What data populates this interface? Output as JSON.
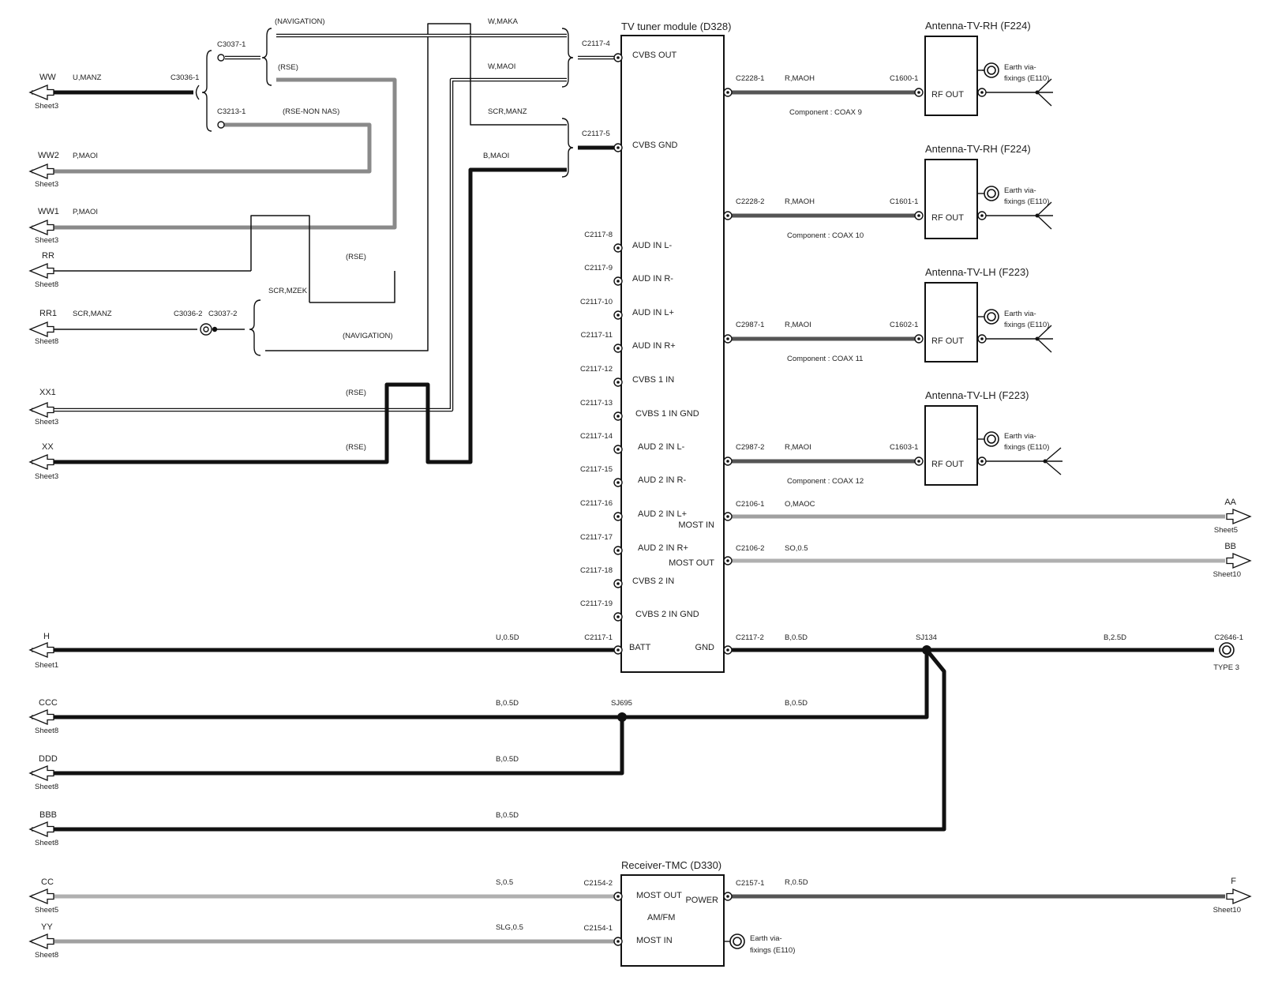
{
  "colors": {
    "black": "#111111",
    "dark_gray": "#555555",
    "gray": "#8a8a8a",
    "light_gray": "#b0b0b0"
  },
  "tv_tuner": {
    "title": "TV tuner module (D328)",
    "pins": {
      "cvbs_out": "CVBS OUT",
      "cvbs_gnd": "CVBS GND",
      "aud_in_lm": "AUD IN L-",
      "aud_in_rm": "AUD IN R-",
      "aud_in_lp": "AUD IN L+",
      "aud_in_rp": "AUD IN R+",
      "cvbs1_in": "CVBS 1 IN",
      "cvbs1_in_gnd": "CVBS 1 IN GND",
      "aud2_in_lm": "AUD 2 IN L-",
      "aud2_in_rm": "AUD 2 IN R-",
      "aud2_in_lp": "AUD 2 IN L+",
      "aud2_in_rp": "AUD 2 IN R+",
      "most_in": "MOST IN",
      "most_out": "MOST OUT",
      "cvbs2_in": "CVBS 2 IN",
      "cvbs2_in_gnd": "CVBS 2 IN GND",
      "batt": "BATT",
      "gnd": "GND"
    },
    "connectors": {
      "c4": "C2117-4",
      "c5": "C2117-5",
      "c8": "C2117-8",
      "c9": "C2117-9",
      "c10": "C2117-10",
      "c11": "C2117-11",
      "c12": "C2117-12",
      "c13": "C2117-13",
      "c14": "C2117-14",
      "c15": "C2117-15",
      "c16": "C2117-16",
      "c17": "C2117-17",
      "c18": "C2117-18",
      "c19": "C2117-19",
      "c1": "C2117-1",
      "c2": "C2117-2"
    }
  },
  "antennas": [
    {
      "title": "Antenna-TV-RH (F224)",
      "rf": "RF OUT",
      "earth1": "Earth via-",
      "earth2": "fixings (E110)",
      "conn_left": "C2228-1",
      "wire": "R,MAOH",
      "conn_right": "C1600-1",
      "component": "Component : COAX 9"
    },
    {
      "title": "Antenna-TV-RH (F224)",
      "rf": "RF OUT",
      "earth1": "Earth via-",
      "earth2": "fixings (E110)",
      "conn_left": "C2228-2",
      "wire": "R,MAOH",
      "conn_right": "C1601-1",
      "component": "Component : COAX 10"
    },
    {
      "title": "Antenna-TV-LH (F223)",
      "rf": "RF OUT",
      "earth1": "Earth via-",
      "earth2": "fixings (E110)",
      "conn_left": "C2987-1",
      "wire": "R,MAOI",
      "conn_right": "C1602-1",
      "component": "Component : COAX 11"
    },
    {
      "title": "Antenna-TV-LH (F223)",
      "rf": "RF OUT",
      "earth1": "Earth via-",
      "earth2": "fixings (E110)",
      "conn_left": "C2987-2",
      "wire": "R,MAOI",
      "conn_right": "C1603-1",
      "component": "Component : COAX 12"
    }
  ],
  "receiver": {
    "title": "Receiver-TMC (D330)",
    "most_out": "MOST OUT",
    "amfm": "AM/FM",
    "most_in": "MOST IN",
    "power": "POWER",
    "earth1": "Earth via-",
    "earth2": "fixings (E110)",
    "conn_out": "C2154-2",
    "conn_in": "C2154-1",
    "conn_power": "C2157-1"
  },
  "left_refs": {
    "ww": {
      "label": "WW",
      "sheet": "Sheet3"
    },
    "ww2": {
      "label": "WW2",
      "sheet": "Sheet3"
    },
    "ww1": {
      "label": "WW1",
      "sheet": "Sheet3"
    },
    "rr": {
      "label": "RR",
      "sheet": "Sheet8"
    },
    "rr1": {
      "label": "RR1",
      "sheet": "Sheet8"
    },
    "xx1": {
      "label": "XX1",
      "sheet": "Sheet3"
    },
    "xx": {
      "label": "XX",
      "sheet": "Sheet3"
    },
    "h": {
      "label": "H",
      "sheet": "Sheet1"
    },
    "ccc": {
      "label": "CCC",
      "sheet": "Sheet8"
    },
    "ddd": {
      "label": "DDD",
      "sheet": "Sheet8"
    },
    "bbb": {
      "label": "BBB",
      "sheet": "Sheet8"
    },
    "cc": {
      "label": "CC",
      "sheet": "Sheet5"
    },
    "yy": {
      "label": "YY",
      "sheet": "Sheet8"
    }
  },
  "right_refs": {
    "aa": {
      "label": "AA",
      "sheet": "Sheet5"
    },
    "bb": {
      "label": "BB",
      "sheet": "Sheet10"
    },
    "f": {
      "label": "F",
      "sheet": "Sheet10"
    },
    "c2646": {
      "label": "C2646-1",
      "sheet": "TYPE 3"
    }
  },
  "wires": {
    "u_manz": "U,MANZ",
    "p_maoi_1": "P,MAOI",
    "p_maoi_2": "P,MAOI",
    "scr_manz_1": "SCR,MANZ",
    "w_maka": "W,MAKA",
    "w_maoi": "W,MAOI",
    "scr_manz_2": "SCR,MANZ",
    "b_maoi": "B,MAOI",
    "scr_mzek": "SCR,MZEK",
    "o_maoc": "O,MAOC",
    "so_05": "SO,0.5",
    "u_05d": "U,0.5D",
    "b_05d_gnd": "B,0.5D",
    "b_25d": "B,2.5D",
    "b_05d_ccc_l": "B,0.5D",
    "b_05d_ccc_r": "B,0.5D",
    "b_05d_ddd": "B,0.5D",
    "b_05d_bbb": "B,0.5D",
    "s_05": "S,0.5",
    "slg_05": "SLG,0.5",
    "r_05d": "R,0.5D"
  },
  "tags": {
    "navigation_1": "(NAVIGATION)",
    "rse_1": "(RSE)",
    "rse_non_nas": "(RSE-NON NAS)",
    "rse_2": "(RSE)",
    "navigation_2": "(NAVIGATION)",
    "rse_3": "(RSE)",
    "rse_4": "(RSE)"
  },
  "connectors": {
    "c3036_1": "C3036-1",
    "c3037_1": "C3037-1",
    "c3213_1": "C3213-1",
    "c3036_2": "C3036-2",
    "c3037_2": "C3037-2",
    "c2106_1": "C2106-1",
    "c2106_2": "C2106-2"
  },
  "splices": {
    "sj134": "SJ134",
    "sj695": "SJ695"
  }
}
